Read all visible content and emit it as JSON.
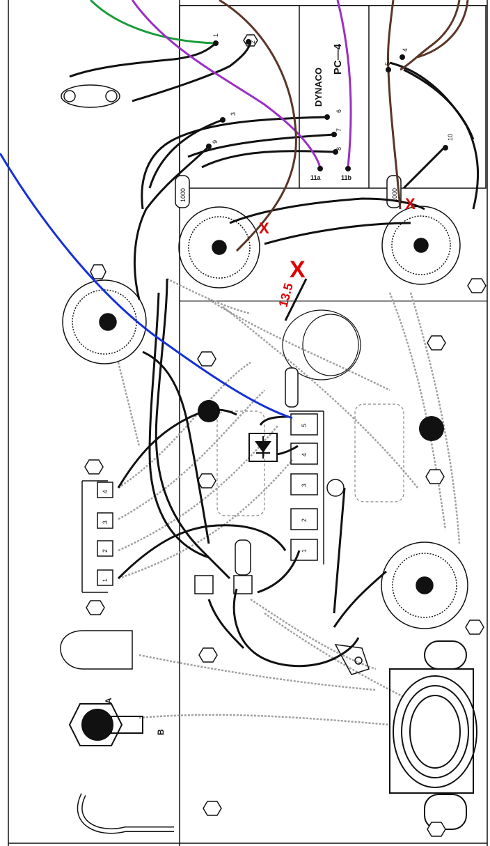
{
  "board": {
    "brand": "DYNACO",
    "model": "PC—4"
  },
  "terminals": {
    "t1": "1",
    "t2": "2",
    "t3": "3",
    "t4": "4",
    "t5": "5",
    "t6": "6",
    "t7": "7",
    "t8": "8",
    "t9": "9",
    "t10": "10",
    "t11a": "11a",
    "t11b": "11b"
  },
  "components": {
    "resistor_left": "1000",
    "resistor_right": "1000"
  },
  "annotations": {
    "mark_x": "X",
    "value_label": "13.5"
  },
  "jack": {
    "label_a": "A",
    "label_b": "B"
  },
  "terminal_strip_left": [
    "1",
    "2",
    "3",
    "4"
  ],
  "terminal_strip_center": [
    "1",
    "2",
    "3",
    "4",
    "5"
  ],
  "wire_colors": {
    "green": "#1a9a3a",
    "purple": "#9b2fc4",
    "brown": "#5a3528",
    "blue": "#1530d8",
    "black": "#111111",
    "gray": "#9a9a9a",
    "red_mark": "#e00000"
  }
}
